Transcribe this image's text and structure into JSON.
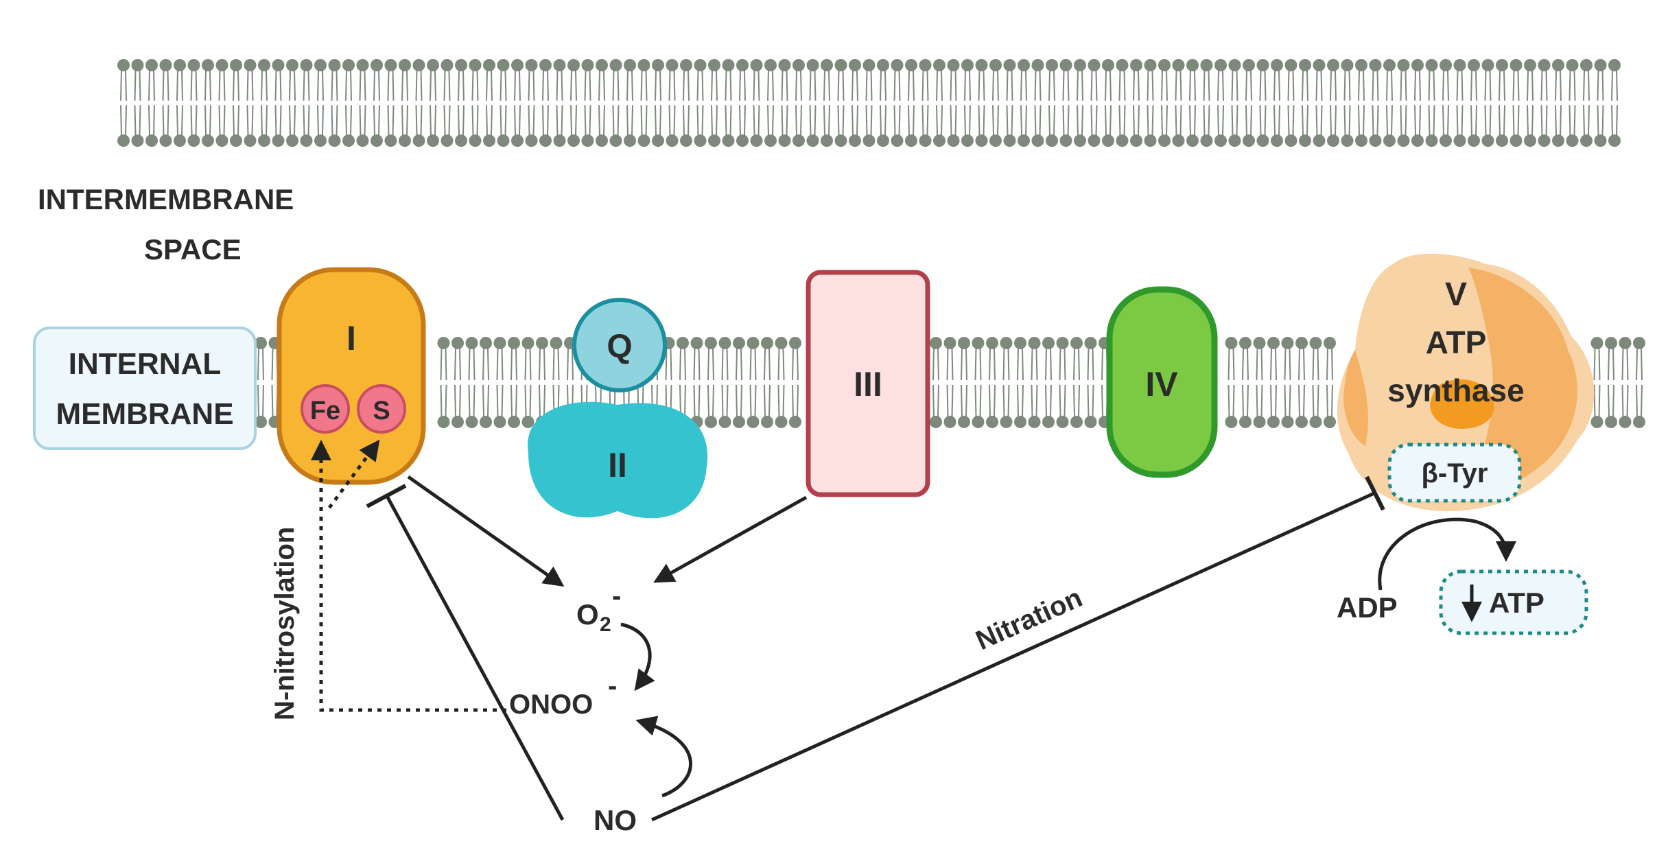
{
  "labels": {
    "intermembrane_space_line1": "INTERMEMBRANE",
    "intermembrane_space_line2": "SPACE",
    "internal_membrane_line1": "INTERNAL",
    "internal_membrane_line2": "MEMBRANE",
    "complex_1": "I",
    "fe": "Fe",
    "s": "S",
    "ubiquinone": "Q",
    "complex_2": "II",
    "complex_3": "III",
    "complex_4": "IV",
    "complex_5": "V",
    "atp_synthase_line1": "ATP",
    "atp_synthase_line2": "synthase",
    "beta_tyr": "β-Tyr",
    "adp": "ADP",
    "atp": "ATP",
    "superoxide": "O",
    "superoxide_sub": "2",
    "superoxide_charge": "-",
    "peroxynitrite": "ONOO",
    "peroxynitrite_charge": "-",
    "nitric_oxide": "NO",
    "nitration": "Nitration",
    "n_nitrosylation": "N-nitrosylation"
  },
  "colors": {
    "lipid": "#7d8a7b",
    "complex_1_fill": "#f7b531",
    "complex_1_stroke": "#c77b16",
    "fe_s_fill": "#f0788a",
    "q_fill": "#8fd3df",
    "complex_2_fill": "#35c3cf",
    "complex_3_fill": "#fde1e1",
    "complex_3_stroke": "#b0414b",
    "complex_4_fill": "#7cc943",
    "complex_4_stroke": "#2f9a2b",
    "atp_synthase_light": "#f8d3a5",
    "atp_synthase_mid": "#f5b266",
    "atp_synthase_core": "#f29b20",
    "label_box_fill": "#eef7fb",
    "dotted_box_stroke": "#1a8a8a"
  }
}
